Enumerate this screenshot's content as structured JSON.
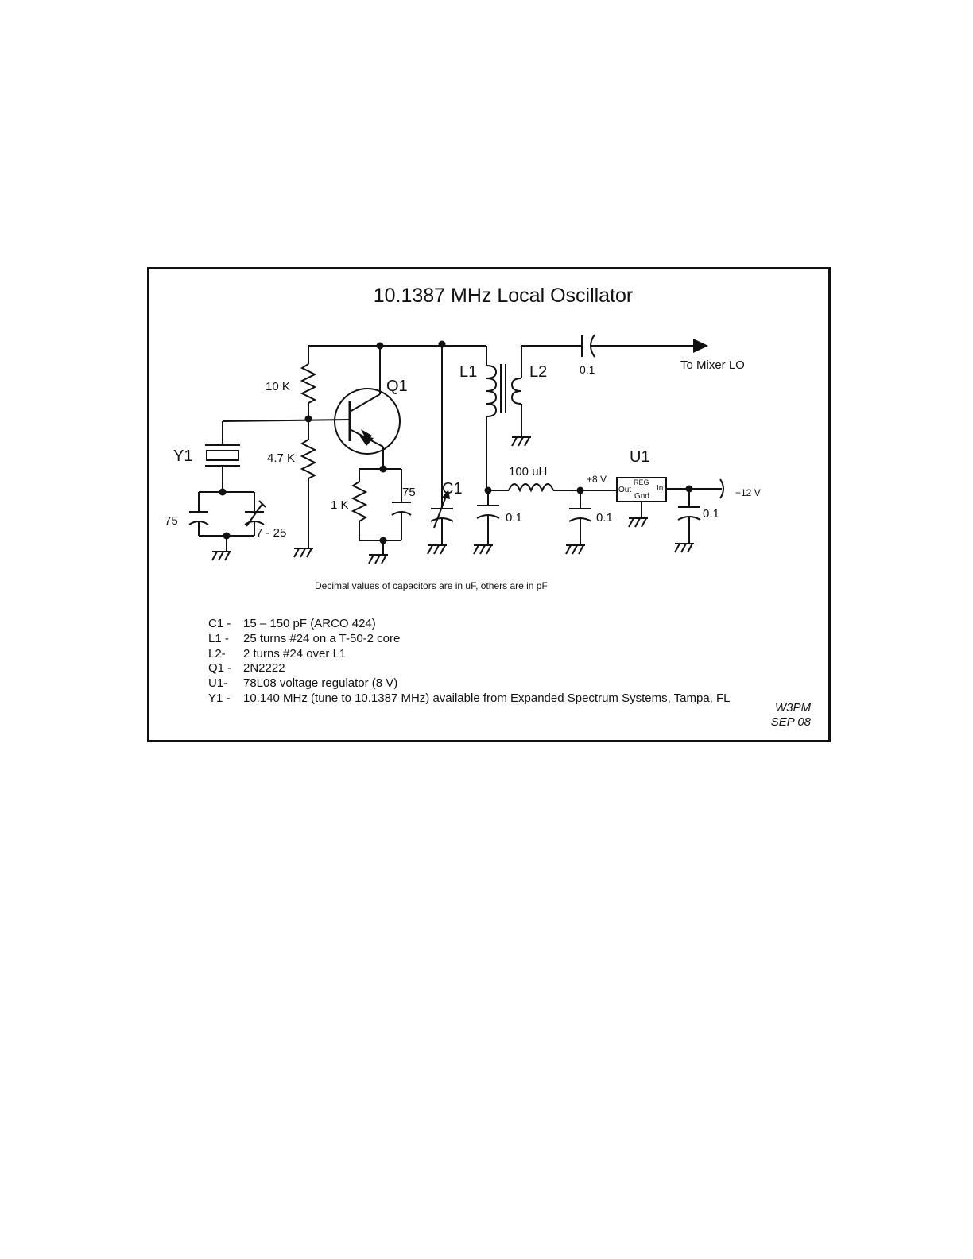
{
  "title": "10.1387 MHz Local Oscillator",
  "labels": {
    "q1": "Q1",
    "y1": "Y1",
    "l1": "L1",
    "l2": "L2",
    "c1": "C1",
    "u1": "U1",
    "r_top": "10 K",
    "r_bottom": "4.7 K",
    "r_emitter": "1 K",
    "c_emitter": "75",
    "c_crystal_fixed": "75",
    "c_crystal_trim": "7 - 25",
    "c_coupling": "0.1",
    "c_bypass_l1": "0.1",
    "c_bypass_8v": "0.1",
    "c_bypass_12v": "0.1",
    "choke": "100 uH",
    "out": "To Mixer LO",
    "v8": "+8 V",
    "v12": "+12 V",
    "reg_out": "Out",
    "reg_reg": "REG",
    "reg_in": "In",
    "reg_gnd": "Gnd"
  },
  "note": "Decimal values of capacitors are in uF, others are in pF",
  "parts_list": [
    {
      "ref": "C1 -",
      "desc": "15 – 150 pF (ARCO 424)"
    },
    {
      "ref": "L1 -",
      "desc": "25 turns #24 on a T-50-2 core"
    },
    {
      "ref": "L2-",
      "desc": "2 turns #24 over L1"
    },
    {
      "ref": "Q1 -",
      "desc": "2N2222"
    },
    {
      "ref": "U1-",
      "desc": "78L08 voltage regulator (8 V)"
    },
    {
      "ref": "Y1 -",
      "desc": "10.140 MHz (tune to 10.1387 MHz) available from Expanded Spectrum Systems, Tampa, FL"
    }
  ],
  "signature": {
    "line1": "W3PM",
    "line2": "SEP 08"
  }
}
